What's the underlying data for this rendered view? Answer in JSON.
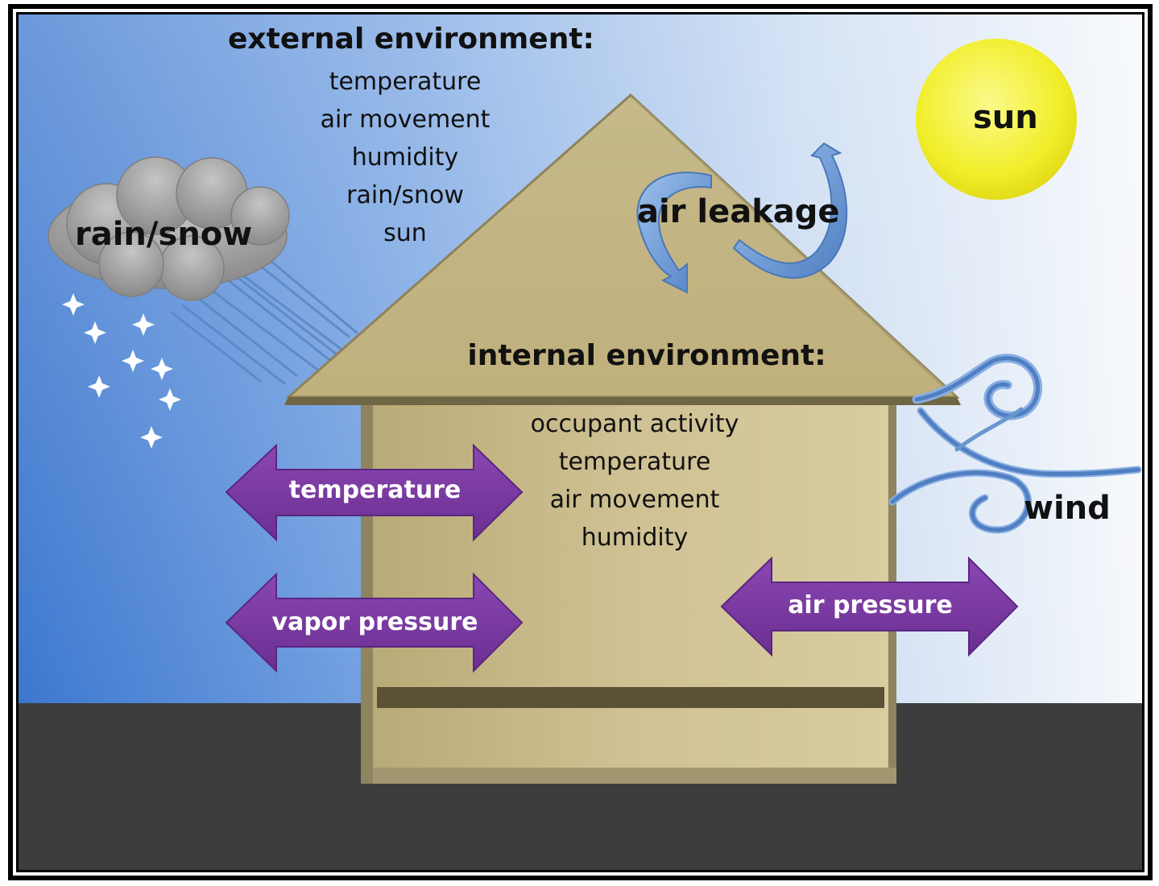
{
  "external": {
    "title": "external environment:",
    "items": [
      "temperature",
      "air movement",
      "humidity",
      "rain/snow",
      "sun"
    ]
  },
  "internal": {
    "title": "internal environment:",
    "items": [
      "occupant activity",
      "temperature",
      "air movement",
      "humidity"
    ]
  },
  "labels": {
    "rain_snow": "rain/snow",
    "sun": "sun",
    "air_leakage": "air leakage",
    "wind": "wind"
  },
  "arrows": {
    "temperature": "temperature",
    "vapor_pressure": "vapor pressure",
    "air_pressure": "air pressure"
  },
  "colors": {
    "sky_left": "#3f7ad0",
    "sky_right": "#f4f7fb",
    "ground": "#3d3d3d",
    "house": "#c9bc8c",
    "house_shadow": "#8a7f58",
    "arrow": "#7a3ca0",
    "sun": "#f2ef2c",
    "cloud": "#9a9a9a",
    "swirl": "#6a96cf"
  }
}
